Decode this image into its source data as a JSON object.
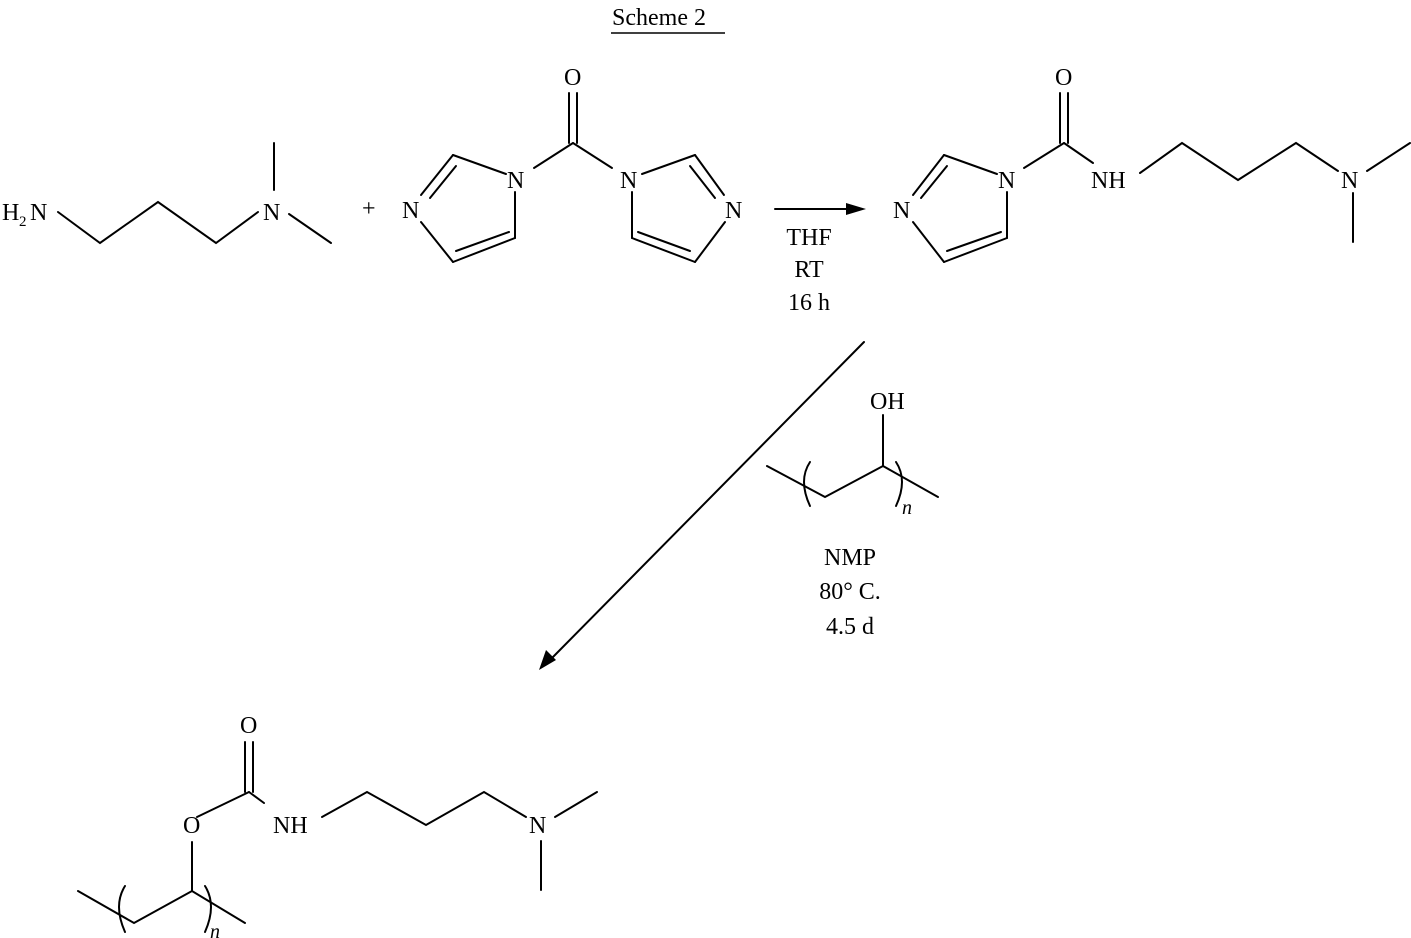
{
  "title": "Scheme 2",
  "reactants": {
    "amine": {
      "name": "3-(dimethylamino)propylamine",
      "label_h2n": "H",
      "label_h2n_sub": "2",
      "label_h2n_n": "N",
      "label_n": "N"
    },
    "plus": "+",
    "cdi": {
      "name": "1,1'-carbonyldiimidazole",
      "label_o": "O",
      "label_n1": "N",
      "label_n2": "N",
      "label_n3": "N",
      "label_n4": "N"
    }
  },
  "step1": {
    "conditions": [
      "THF",
      "RT",
      "16 h"
    ]
  },
  "intermediate": {
    "name": "N-(3-(dimethylamino)propyl)-1H-imidazole-1-carboxamide",
    "label_o": "O",
    "label_nh": "NH",
    "label_n_ring1": "N",
    "label_n_ring2": "N",
    "label_n_amine": "N"
  },
  "step2": {
    "reagent": {
      "name": "poly(vinyl alcohol)",
      "label_oh": "OH",
      "label_n": "n"
    },
    "conditions": [
      "NMP",
      "80° C.",
      "4.5 d"
    ]
  },
  "product": {
    "name": "PVA carbamate",
    "label_o_carbonyl": "O",
    "label_o_ester": "O",
    "label_nh": "NH",
    "label_n_amine": "N",
    "label_n": "n"
  }
}
